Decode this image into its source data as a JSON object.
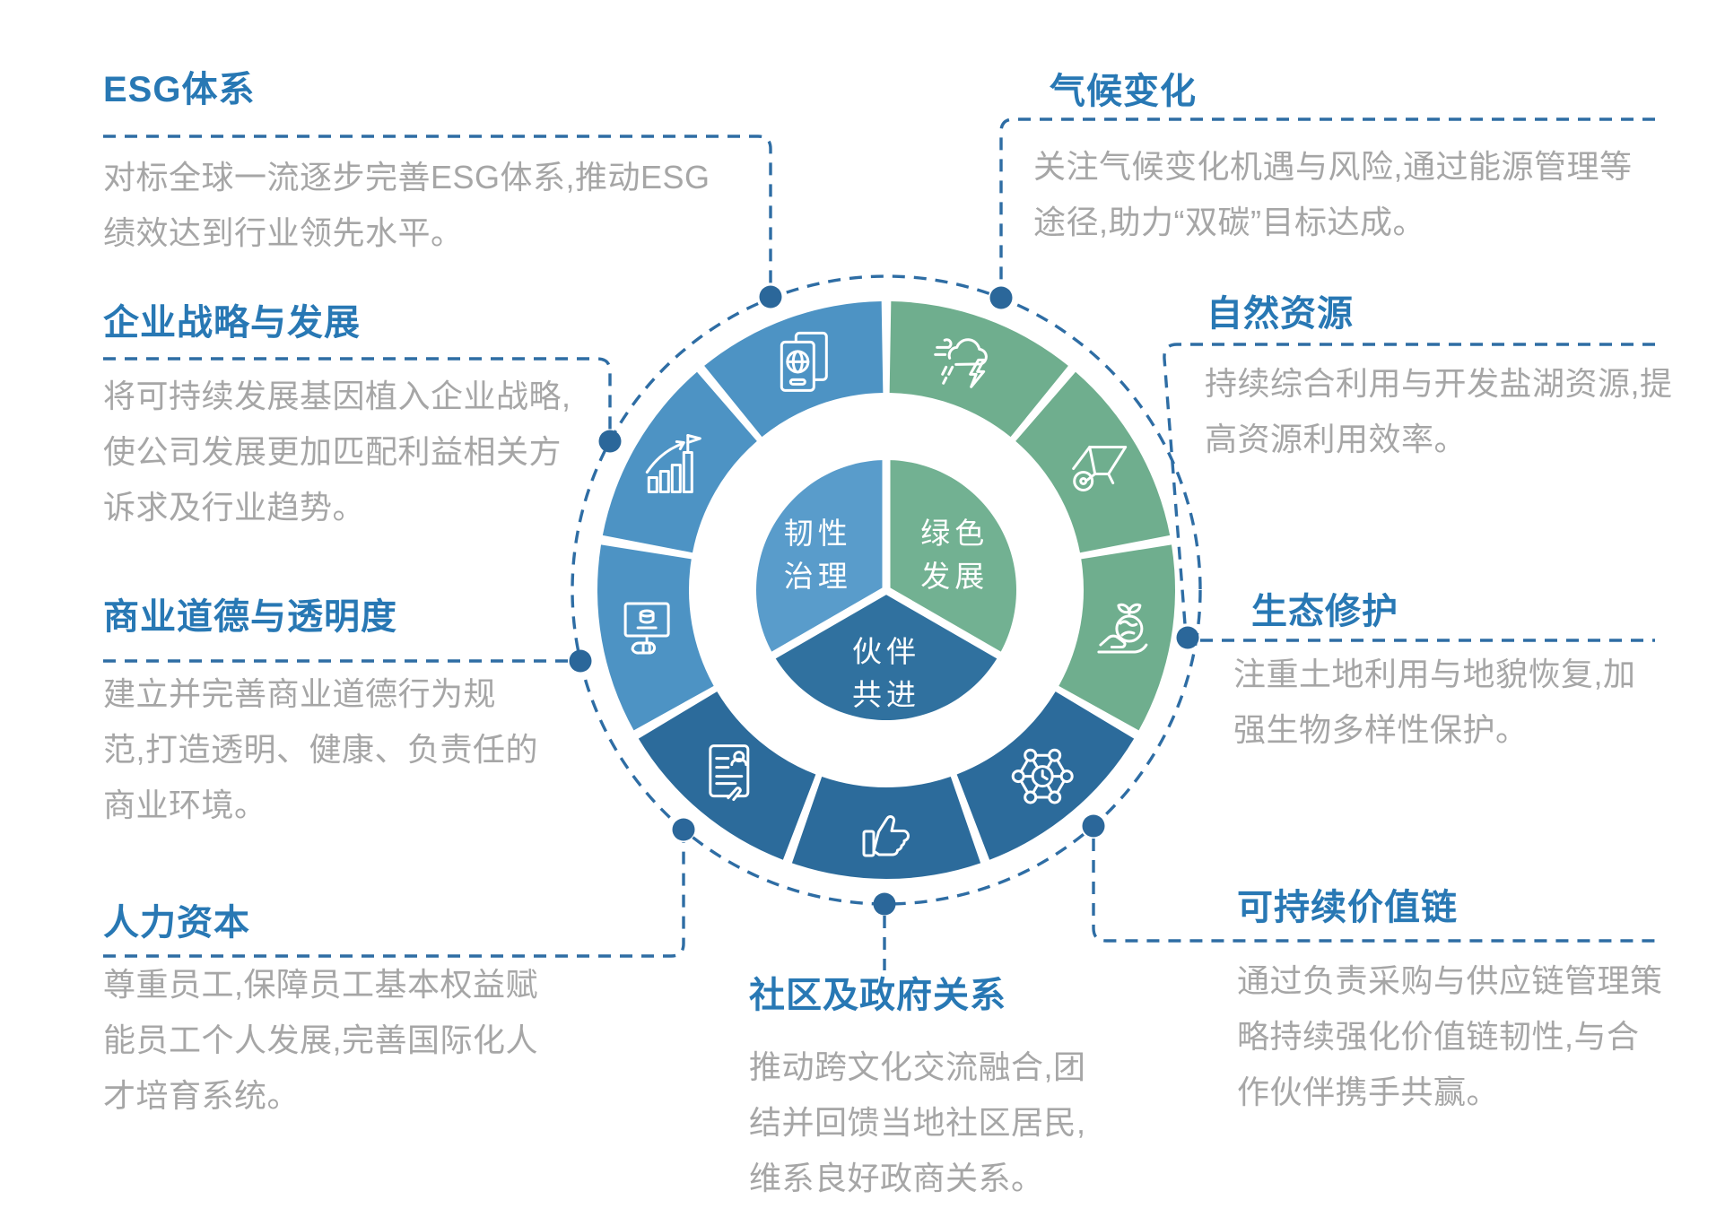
{
  "colors": {
    "heading_blue": "#2878b4",
    "body_gray": "#a6a6a6",
    "connector_blue": "#2e6da4",
    "dot_blue": "#2b679a",
    "ring_light_blue": "#4d93c4",
    "ring_dark_blue": "#2c6b9b",
    "ring_green": "#6fae8e",
    "pie_light_blue": "#599ccb",
    "pie_dark_blue": "#30719f",
    "pie_green": "#72b192",
    "icon_stroke": "#ffffff"
  },
  "center": {
    "inner_segments": [
      {
        "line1": "韧性",
        "line2": "治理",
        "color_key": "pie_light_blue"
      },
      {
        "line1": "伙伴",
        "line2": "共进",
        "color_key": "pie_dark_blue"
      },
      {
        "line1": "绿色",
        "line2": "发展",
        "color_key": "pie_green"
      }
    ]
  },
  "ring_segments": [
    {
      "icon": "passport-icon",
      "group": "ring_light_blue"
    },
    {
      "icon": "growth-chart-icon",
      "group": "ring_light_blue"
    },
    {
      "icon": "presentation-icon",
      "group": "ring_light_blue"
    },
    {
      "icon": "contract-icon",
      "group": "ring_dark_blue"
    },
    {
      "icon": "thumbs-up-icon",
      "group": "ring_dark_blue"
    },
    {
      "icon": "network-icon",
      "group": "ring_dark_blue"
    },
    {
      "icon": "eco-hand-icon",
      "group": "ring_green"
    },
    {
      "icon": "wheelbarrow-icon",
      "group": "ring_green"
    },
    {
      "icon": "storm-icon",
      "group": "ring_green"
    }
  ],
  "sections": [
    {
      "id": "esg",
      "heading": "ESG体系",
      "lines": [
        "对标全球一流逐步完善ESG体系,推动ESG",
        "绩效达到行业领先水平。"
      ]
    },
    {
      "id": "strategy",
      "heading": "企业战略与发展",
      "lines": [
        "将可持续发展基因植入企业战略,",
        "使公司发展更加匹配利益相关方",
        "诉求及行业趋势。"
      ]
    },
    {
      "id": "ethics",
      "heading": "商业道德与透明度",
      "lines": [
        "建立并完善商业道德行为规",
        "范,打造透明、健康、负责任的",
        "商业环境。"
      ]
    },
    {
      "id": "human-capital",
      "heading": "人力资本",
      "lines": [
        "尊重员工,保障员工基本权益赋",
        "能员工个人发展,完善国际化人",
        "才培育系统。"
      ]
    },
    {
      "id": "climate",
      "heading": "气候变化",
      "lines": [
        "关注气候变化机遇与风险,通过能源管理等",
        "途径,助力“双碳”目标达成。"
      ]
    },
    {
      "id": "natural-resources",
      "heading": "自然资源",
      "lines": [
        "持续综合利用与开发盐湖资源,提",
        "高资源利用效率。"
      ]
    },
    {
      "id": "eco-restoration",
      "heading": "生态修护",
      "lines": [
        "注重土地利用与地貌恢复,加",
        "强生物多样性保护。"
      ]
    },
    {
      "id": "value-chain",
      "heading": "可持续价值链",
      "lines": [
        "通过负责采购与供应链管理策",
        "略持续强化价值链韧性,与合",
        "作伙伴携手共赢。"
      ]
    },
    {
      "id": "community",
      "heading": "社区及政府关系",
      "lines": [
        "推动跨文化交流融合,团",
        "结并回馈当地社区居民,",
        "维系良好政商关系。"
      ]
    }
  ]
}
